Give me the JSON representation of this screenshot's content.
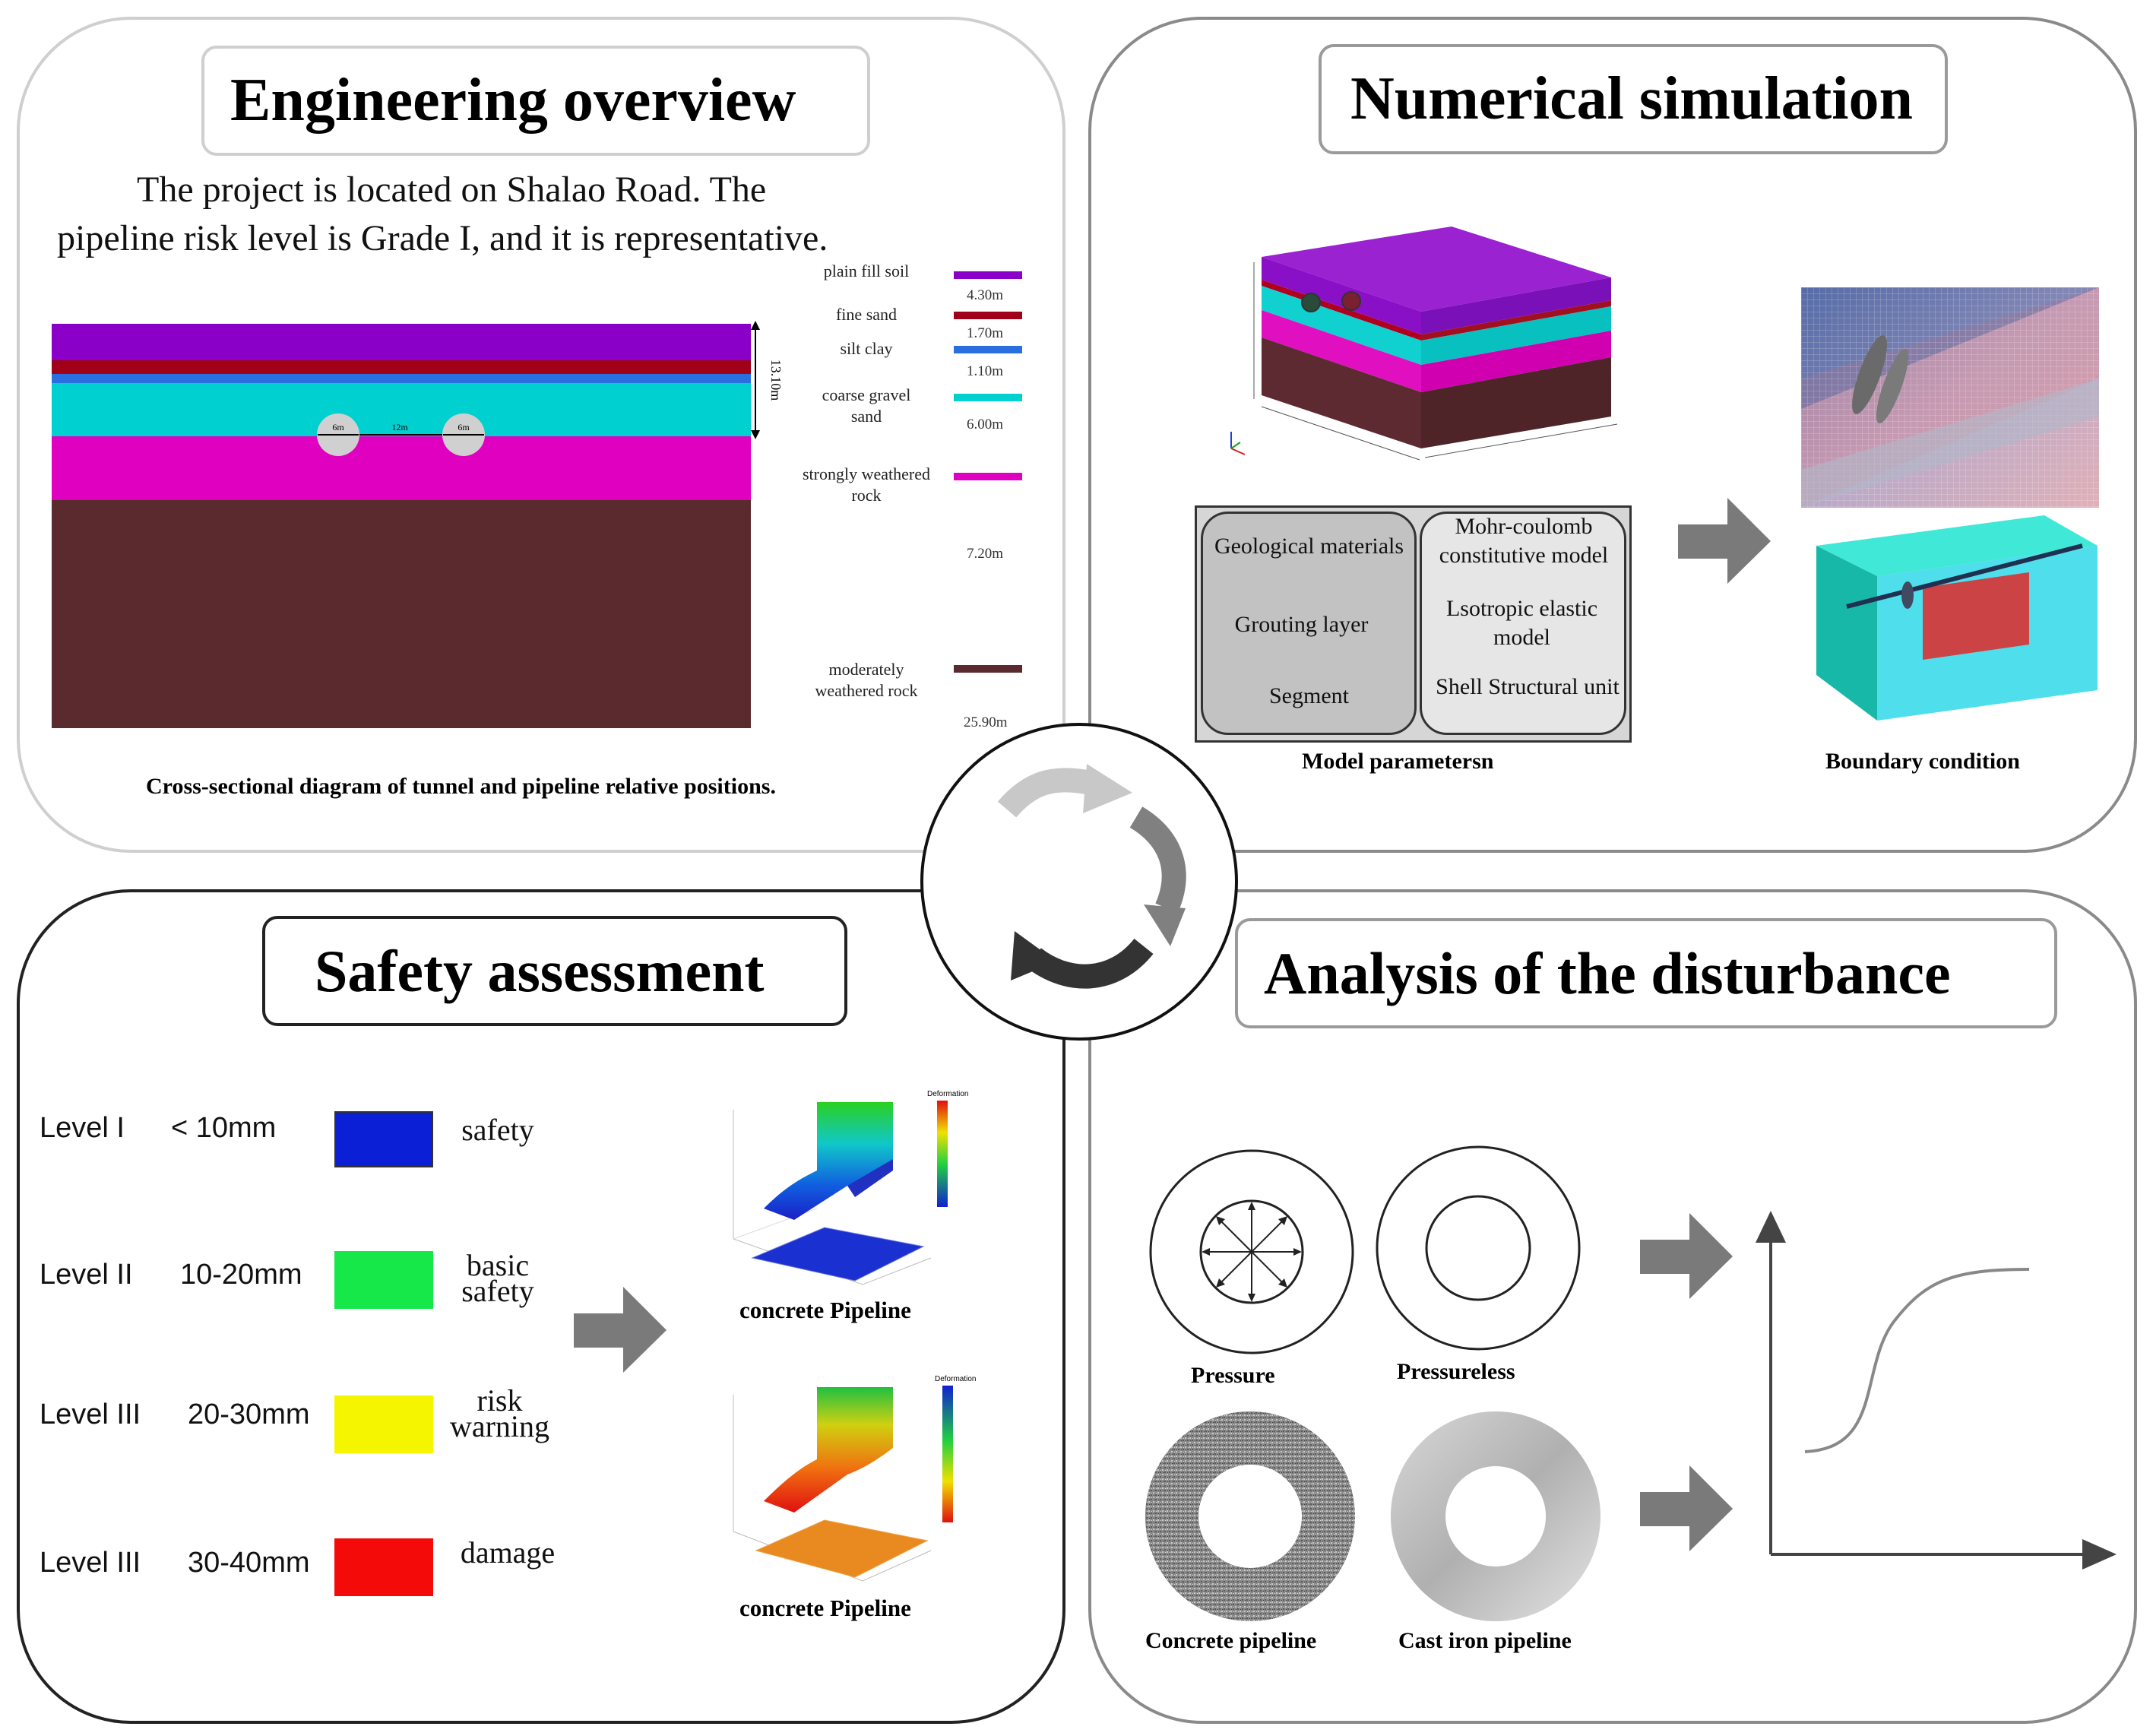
{
  "panels": {
    "engineering": {
      "title": "Engineering overview",
      "description": "The project is located on Shalao Road. The pipeline risk level is Grade I, and it is representative.",
      "caption": "Cross-sectional diagram of tunnel and pipeline relative positions.",
      "total_depth": "13.10m",
      "tunnel_label_1": "6m",
      "tunnel_label_2": "6m",
      "spacing_label": "12m",
      "strata": [
        {
          "name": "plain fill soil",
          "thickness": "4.30m",
          "color": "#8b00c8"
        },
        {
          "name": "fine sand",
          "thickness": "1.70m",
          "color": "#a00018"
        },
        {
          "name": "silt clay",
          "thickness": "1.10m",
          "color": "#2a6fe0"
        },
        {
          "name": "coarse gravel sand",
          "thickness": "6.00m",
          "color": "#00d0d0"
        },
        {
          "name": "strongly weathered rock",
          "thickness": "7.20m",
          "color": "#e000c0"
        },
        {
          "name": "moderately weathered rock",
          "thickness": "25.90m",
          "color": "#5a2a2e"
        }
      ]
    },
    "simulation": {
      "title": "Numerical simulation",
      "model_params_caption": "Model parametersn",
      "boundary_caption": "Boundary condition",
      "materials": [
        "Geological materials",
        "Grouting layer",
        "Segment"
      ],
      "models": [
        "Mohr-coulomb constitutive model",
        "Lsotropic elastic model",
        "Shell Structural unit"
      ]
    },
    "safety": {
      "title": "Safety assessment",
      "levels": [
        {
          "level": "Level I",
          "range": "< 10mm",
          "color": "#0b1fd6",
          "label": "safety"
        },
        {
          "level": "Level II",
          "range": "10-20mm",
          "color": "#17e84a",
          "label": "basic safety"
        },
        {
          "level": "Level III",
          "range": "20-30mm",
          "color": "#f5f500",
          "label": "risk warning"
        },
        {
          "level": "Level III",
          "range": "30-40mm",
          "color": "#f50a0a",
          "label": "damage"
        }
      ],
      "plot_caption_1": "concrete Pipeline",
      "plot_caption_2": "concrete Pipeline",
      "legend_title": "Deformation"
    },
    "disturbance": {
      "title": "Analysis of the disturbance",
      "pressure_label": "Pressure",
      "pressureless_label": "Pressureless",
      "concrete_label": "Concrete pipeline",
      "castiron_label": "Cast iron pipeline"
    }
  }
}
